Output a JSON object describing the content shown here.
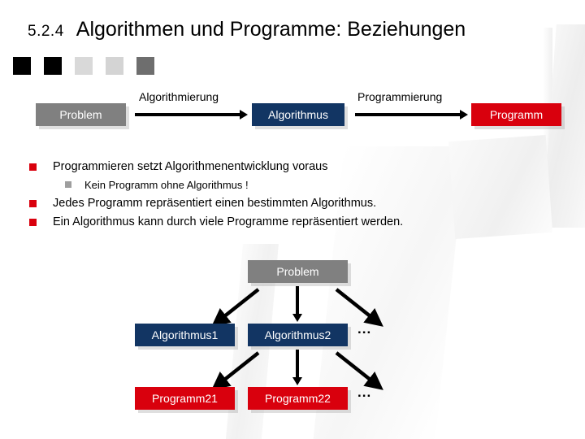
{
  "slide": {
    "title_number": "5.2.4",
    "title_text": "Algorithmen und Programme: Beziehungen"
  },
  "decor_squares": [
    {
      "name": "square-1",
      "color": "#000000"
    },
    {
      "name": "square-2",
      "color": "#000000"
    },
    {
      "name": "square-3",
      "color": "#D9D9D9"
    },
    {
      "name": "square-4",
      "color": "#D4D4D4"
    },
    {
      "name": "square-5",
      "color": "#6E6E6E"
    }
  ],
  "chain": {
    "box_problem": "Problem",
    "box_algorithmus": "Algorithmus",
    "box_programm": "Programm",
    "label_algorithmierung": "Algorithmierung",
    "label_programmierung": "Programmierung"
  },
  "bullets": [
    {
      "level": 1,
      "marker": "red-square",
      "text": "Programmieren setzt Algorithmenentwicklung voraus"
    },
    {
      "level": 2,
      "marker": "gray-square",
      "text": "Kein Programm ohne Algorithmus !"
    },
    {
      "level": 1,
      "marker": "red-square",
      "text": "Jedes Programm repräsentiert einen bestimmten Algorithmus."
    },
    {
      "level": 1,
      "marker": "red-square",
      "text": "Ein Algorithmus kann durch viele Programme repräsentiert werden."
    }
  ],
  "tree": {
    "root": "Problem",
    "algorithmus1": "Algorithmus1",
    "algorithmus2": "Algorithmus2",
    "algorithmus_more": "...",
    "programm21": "Programm21",
    "programm22": "Programm22",
    "programm_more": "..."
  },
  "colors": {
    "gray_box": "#808080",
    "navy_box": "#123563",
    "red_box": "#D9000D",
    "bullet_red": "#D9000D",
    "bullet_gray": "#9E9E9E",
    "text_dark": "#000000",
    "text_light": "#FFFFFF",
    "background": "#FFFFFF"
  }
}
